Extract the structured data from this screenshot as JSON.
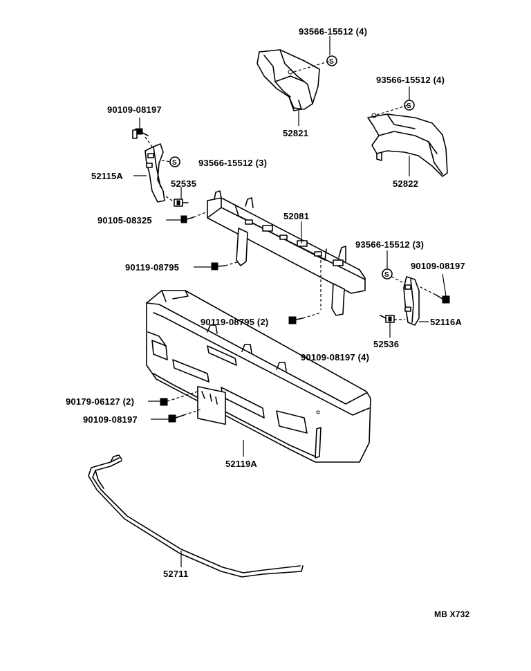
{
  "labels": {
    "p93566_top": "93566-15512 (4)",
    "p52821": "52821",
    "p93566_right": "93566-15512 (4)",
    "p52822": "52822",
    "p90109_tl": "90109-08197",
    "p93566_mid": "93566-15512 (3)",
    "p52115A": "52115A",
    "p52535": "52535",
    "p90105": "90105-08325",
    "p52081": "52081",
    "p93566_r3": "93566-15512 (3)",
    "p90109_r": "90109-08197",
    "p90119_a": "90119-08795",
    "p90119_b": "90119-08795 (2)",
    "p52116A": "52116A",
    "p52536": "52536",
    "p90109_4": "90109-08197 (4)",
    "p90179": "90179-06127 (2)",
    "p90109_bl": "90109-08197",
    "p52119A": "52119A",
    "p52711": "52711",
    "code": "MB X732"
  },
  "symbols": {
    "washer_mark": "S"
  }
}
